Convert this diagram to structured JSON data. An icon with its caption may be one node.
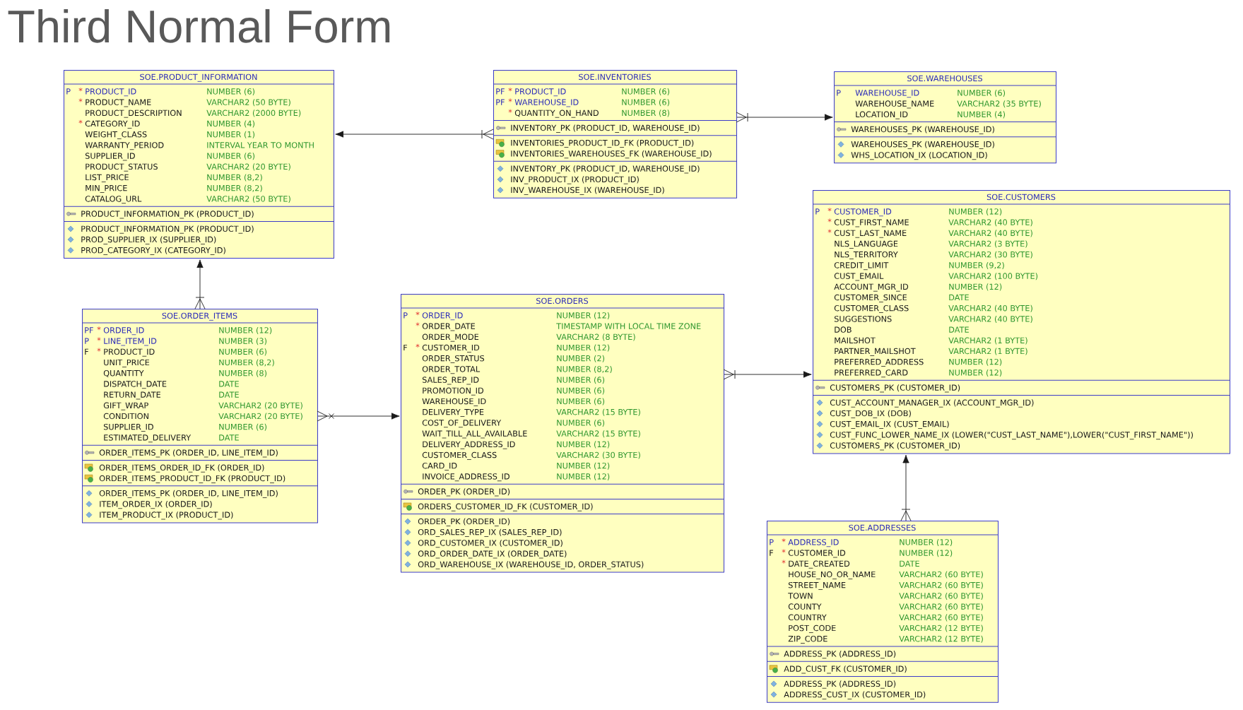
{
  "diagram": {
    "title": "Third Normal Form",
    "nodes": [
      {
        "text": [
          "SOE.PRODUCT_INFORMATION",
          "P",
          "*",
          "PRODUCT_ID",
          "NUMBER (6)",
          "*",
          "PRODUCT_NAME",
          "VARCHAR2 (50 BYTE)",
          "PRODUCT_DESCRIPTION",
          "VARCHAR2 (2000 BYTE)",
          "*",
          "CATEGORY_ID",
          "NUMBER (4)",
          "WEIGHT_CLASS",
          "NUMBER (1)",
          "WARRANTY_PERIOD",
          "INTERVAL YEAR TO MONTH",
          "SUPPLIER_ID",
          "NUMBER (6)",
          "PRODUCT_STATUS",
          "VARCHAR2 (20 BYTE)",
          "LIST_PRICE",
          "NUMBER (8,2)",
          "MIN_PRICE",
          "NUMBER (8,2)",
          "CATALOG_URL",
          "VARCHAR2 (50 BYTE)",
          "PRODUCT_INFORMATION_PK (PRODUCT_ID)",
          "PRODUCT_INFORMATION_PK (PRODUCT_ID)",
          "PROD_SUPPLIER_IX (SUPPLIER_ID)",
          "PROD_CATEGORY_IX (CATEGORY_ID)"
        ]
      },
      {
        "text": [
          "SOE.INVENTORIES",
          "PF",
          "*",
          "PRODUCT_ID",
          "NUMBER (6)",
          "PF",
          "*",
          "WAREHOUSE_ID",
          "NUMBER (6)",
          "*",
          "QUANTITY_ON_HAND",
          "NUMBER (8)",
          "INVENTORY_PK (PRODUCT_ID, WAREHOUSE_ID)",
          "INVENTORIES_PRODUCT_ID_FK (PRODUCT_ID)",
          "INVENTORIES_WAREHOUSES_FK (WAREHOUSE_ID)",
          "INVENTORY_PK (PRODUCT_ID, WAREHOUSE_ID)",
          "INV_PRODUCT_IX (PRODUCT_ID)",
          "INV_WAREHOUSE_IX (WAREHOUSE_ID)"
        ]
      },
      {
        "text": [
          "SOE.WAREHOUSES",
          "P",
          "WAREHOUSE_ID",
          "NUMBER (6)",
          "WAREHOUSE_NAME",
          "VARCHAR2 (35 BYTE)",
          "LOCATION_ID",
          "NUMBER (4)",
          "WAREHOUSES_PK (WAREHOUSE_ID)",
          "WAREHOUSES_PK (WAREHOUSE_ID)",
          "WHS_LOCATION_IX (LOCATION_ID)"
        ]
      },
      {
        "text": [
          "SOE.ORDER_ITEMS",
          "PF",
          "*",
          "ORDER_ID",
          "NUMBER (12)",
          "P",
          "*",
          "LINE_ITEM_ID",
          "NUMBER (3)",
          "F",
          "*",
          "PRODUCT_ID",
          "NUMBER (6)",
          "UNIT_PRICE",
          "NUMBER (8,2)",
          "QUANTITY",
          "NUMBER (8)",
          "DISPATCH_DATE",
          "DATE",
          "RETURN_DATE",
          "DATE",
          "GIFT_WRAP",
          "VARCHAR2 (20 BYTE)",
          "CONDITION",
          "VARCHAR2 (20 BYTE)",
          "SUPPLIER_ID",
          "NUMBER (6)",
          "ESTIMATED_DELIVERY",
          "DATE",
          "ORDER_ITEMS_PK (ORDER_ID, LINE_ITEM_ID)",
          "ORDER_ITEMS_ORDER_ID_FK (ORDER_ID)",
          "ORDER_ITEMS_PRODUCT_ID_FK (PRODUCT_ID)",
          "ORDER_ITEMS_PK (ORDER_ID, LINE_ITEM_ID)",
          "ITEM_ORDER_IX (ORDER_ID)",
          "ITEM_PRODUCT_IX (PRODUCT_ID)"
        ]
      },
      {
        "text": [
          "SOE.ORDERS",
          "P",
          "*",
          "ORDER_ID",
          "NUMBER (12)",
          "*",
          "ORDER_DATE",
          "TIMESTAMP WITH LOCAL TIME ZONE",
          "ORDER_MODE",
          "VARCHAR2 (8 BYTE)",
          "F",
          "*",
          "CUSTOMER_ID",
          "NUMBER (12)",
          "ORDER_STATUS",
          "NUMBER (2)",
          "ORDER_TOTAL",
          "NUMBER (8,2)",
          "SALES_REP_ID",
          "NUMBER (6)",
          "PROMOTION_ID",
          "NUMBER (6)",
          "WAREHOUSE_ID",
          "NUMBER (6)",
          "DELIVERY_TYPE",
          "VARCHAR2 (15 BYTE)",
          "COST_OF_DELIVERY",
          "NUMBER (6)",
          "WAIT_TILL_ALL_AVAILABLE",
          "VARCHAR2 (15 BYTE)",
          "DELIVERY_ADDRESS_ID",
          "NUMBER (12)",
          "CUSTOMER_CLASS",
          "VARCHAR2 (30 BYTE)",
          "CARD_ID",
          "NUMBER (12)",
          "INVOICE_ADDRESS_ID",
          "NUMBER (12)",
          "ORDER_PK (ORDER_ID)",
          "ORDERS_CUSTOMER_ID_FK (CUSTOMER_ID)",
          "ORDER_PK (ORDER_ID)",
          "ORD_SALES_REP_IX (SALES_REP_ID)",
          "ORD_CUSTOMER_IX (CUSTOMER_ID)",
          "ORD_ORDER_DATE_IX (ORDER_DATE)",
          "ORD_WAREHOUSE_IX (WAREHOUSE_ID, ORDER_STATUS)"
        ]
      },
      {
        "text": [
          "SOE.CUSTOMERS",
          "P",
          "*",
          "CUSTOMER_ID",
          "NUMBER (12)",
          "*",
          "CUST_FIRST_NAME",
          "VARCHAR2 (40 BYTE)",
          "*",
          "CUST_LAST_NAME",
          "VARCHAR2 (40 BYTE)",
          "NLS_LANGUAGE",
          "VARCHAR2 (3 BYTE)",
          "NLS_TERRITORY",
          "VARCHAR2 (30 BYTE)",
          "CREDIT_LIMIT",
          "NUMBER (9,2)",
          "CUST_EMAIL",
          "VARCHAR2 (100 BYTE)",
          "ACCOUNT_MGR_ID",
          "NUMBER (12)",
          "CUSTOMER_SINCE",
          "DATE",
          "CUSTOMER_CLASS",
          "VARCHAR2 (40 BYTE)",
          "SUGGESTIONS",
          "VARCHAR2 (40 BYTE)",
          "DOB",
          "DATE",
          "MAILSHOT",
          "VARCHAR2 (1 BYTE)",
          "PARTNER_MAILSHOT",
          "VARCHAR2 (1 BYTE)",
          "PREFERRED_ADDRESS",
          "NUMBER (12)",
          "PREFERRED_CARD",
          "NUMBER (12)",
          "CUSTOMERS_PK (CUSTOMER_ID)",
          "CUST_ACCOUNT_MANAGER_IX (ACCOUNT_MGR_ID)",
          "CUST_DOB_IX (DOB)",
          "CUST_EMAIL_IX (CUST_EMAIL)",
          "CUST_FUNC_LOWER_NAME_IX (LOWER(\"CUST_LAST_NAME\"),LOWER(\"CUST_FIRST_NAME\"))",
          "CUSTOMERS_PK (CUSTOMER_ID)"
        ]
      },
      {
        "text": [
          "SOE.ADDRESSES",
          "P",
          "*",
          "ADDRESS_ID",
          "NUMBER (12)",
          "F",
          "*",
          "CUSTOMER_ID",
          "NUMBER (12)",
          "*",
          "DATE_CREATED",
          "DATE",
          "HOUSE_NO_OR_NAME",
          "VARCHAR2 (60 BYTE)",
          "STREET_NAME",
          "VARCHAR2 (60 BYTE)",
          "TOWN",
          "VARCHAR2 (60 BYTE)",
          "COUNTY",
          "VARCHAR2 (60 BYTE)",
          "COUNTRY",
          "VARCHAR2 (60 BYTE)",
          "POST_CODE",
          "VARCHAR2 (12 BYTE)",
          "ZIP_CODE",
          "VARCHAR2 (12 BYTE)",
          "ADDRESS_PK (ADDRESS_ID)",
          "ADD_CUST_FK (CUSTOMER_ID)",
          "ADDRESS_PK (ADDRESS_ID)",
          "ADDRESS_CUST_IX (CUSTOMER_ID)"
        ]
      }
    ],
    "edges": [
      {
        "from": 1,
        "to": 0,
        "arrow": "to"
      },
      {
        "from": 1,
        "to": 2,
        "arrow": "to"
      },
      {
        "from": 3,
        "to": 0,
        "arrow": "to"
      },
      {
        "from": 3,
        "to": 4,
        "arrow": "to"
      },
      {
        "from": 4,
        "to": 5,
        "arrow": "to"
      },
      {
        "from": 6,
        "to": 5,
        "arrow": "to"
      }
    ]
  }
}
